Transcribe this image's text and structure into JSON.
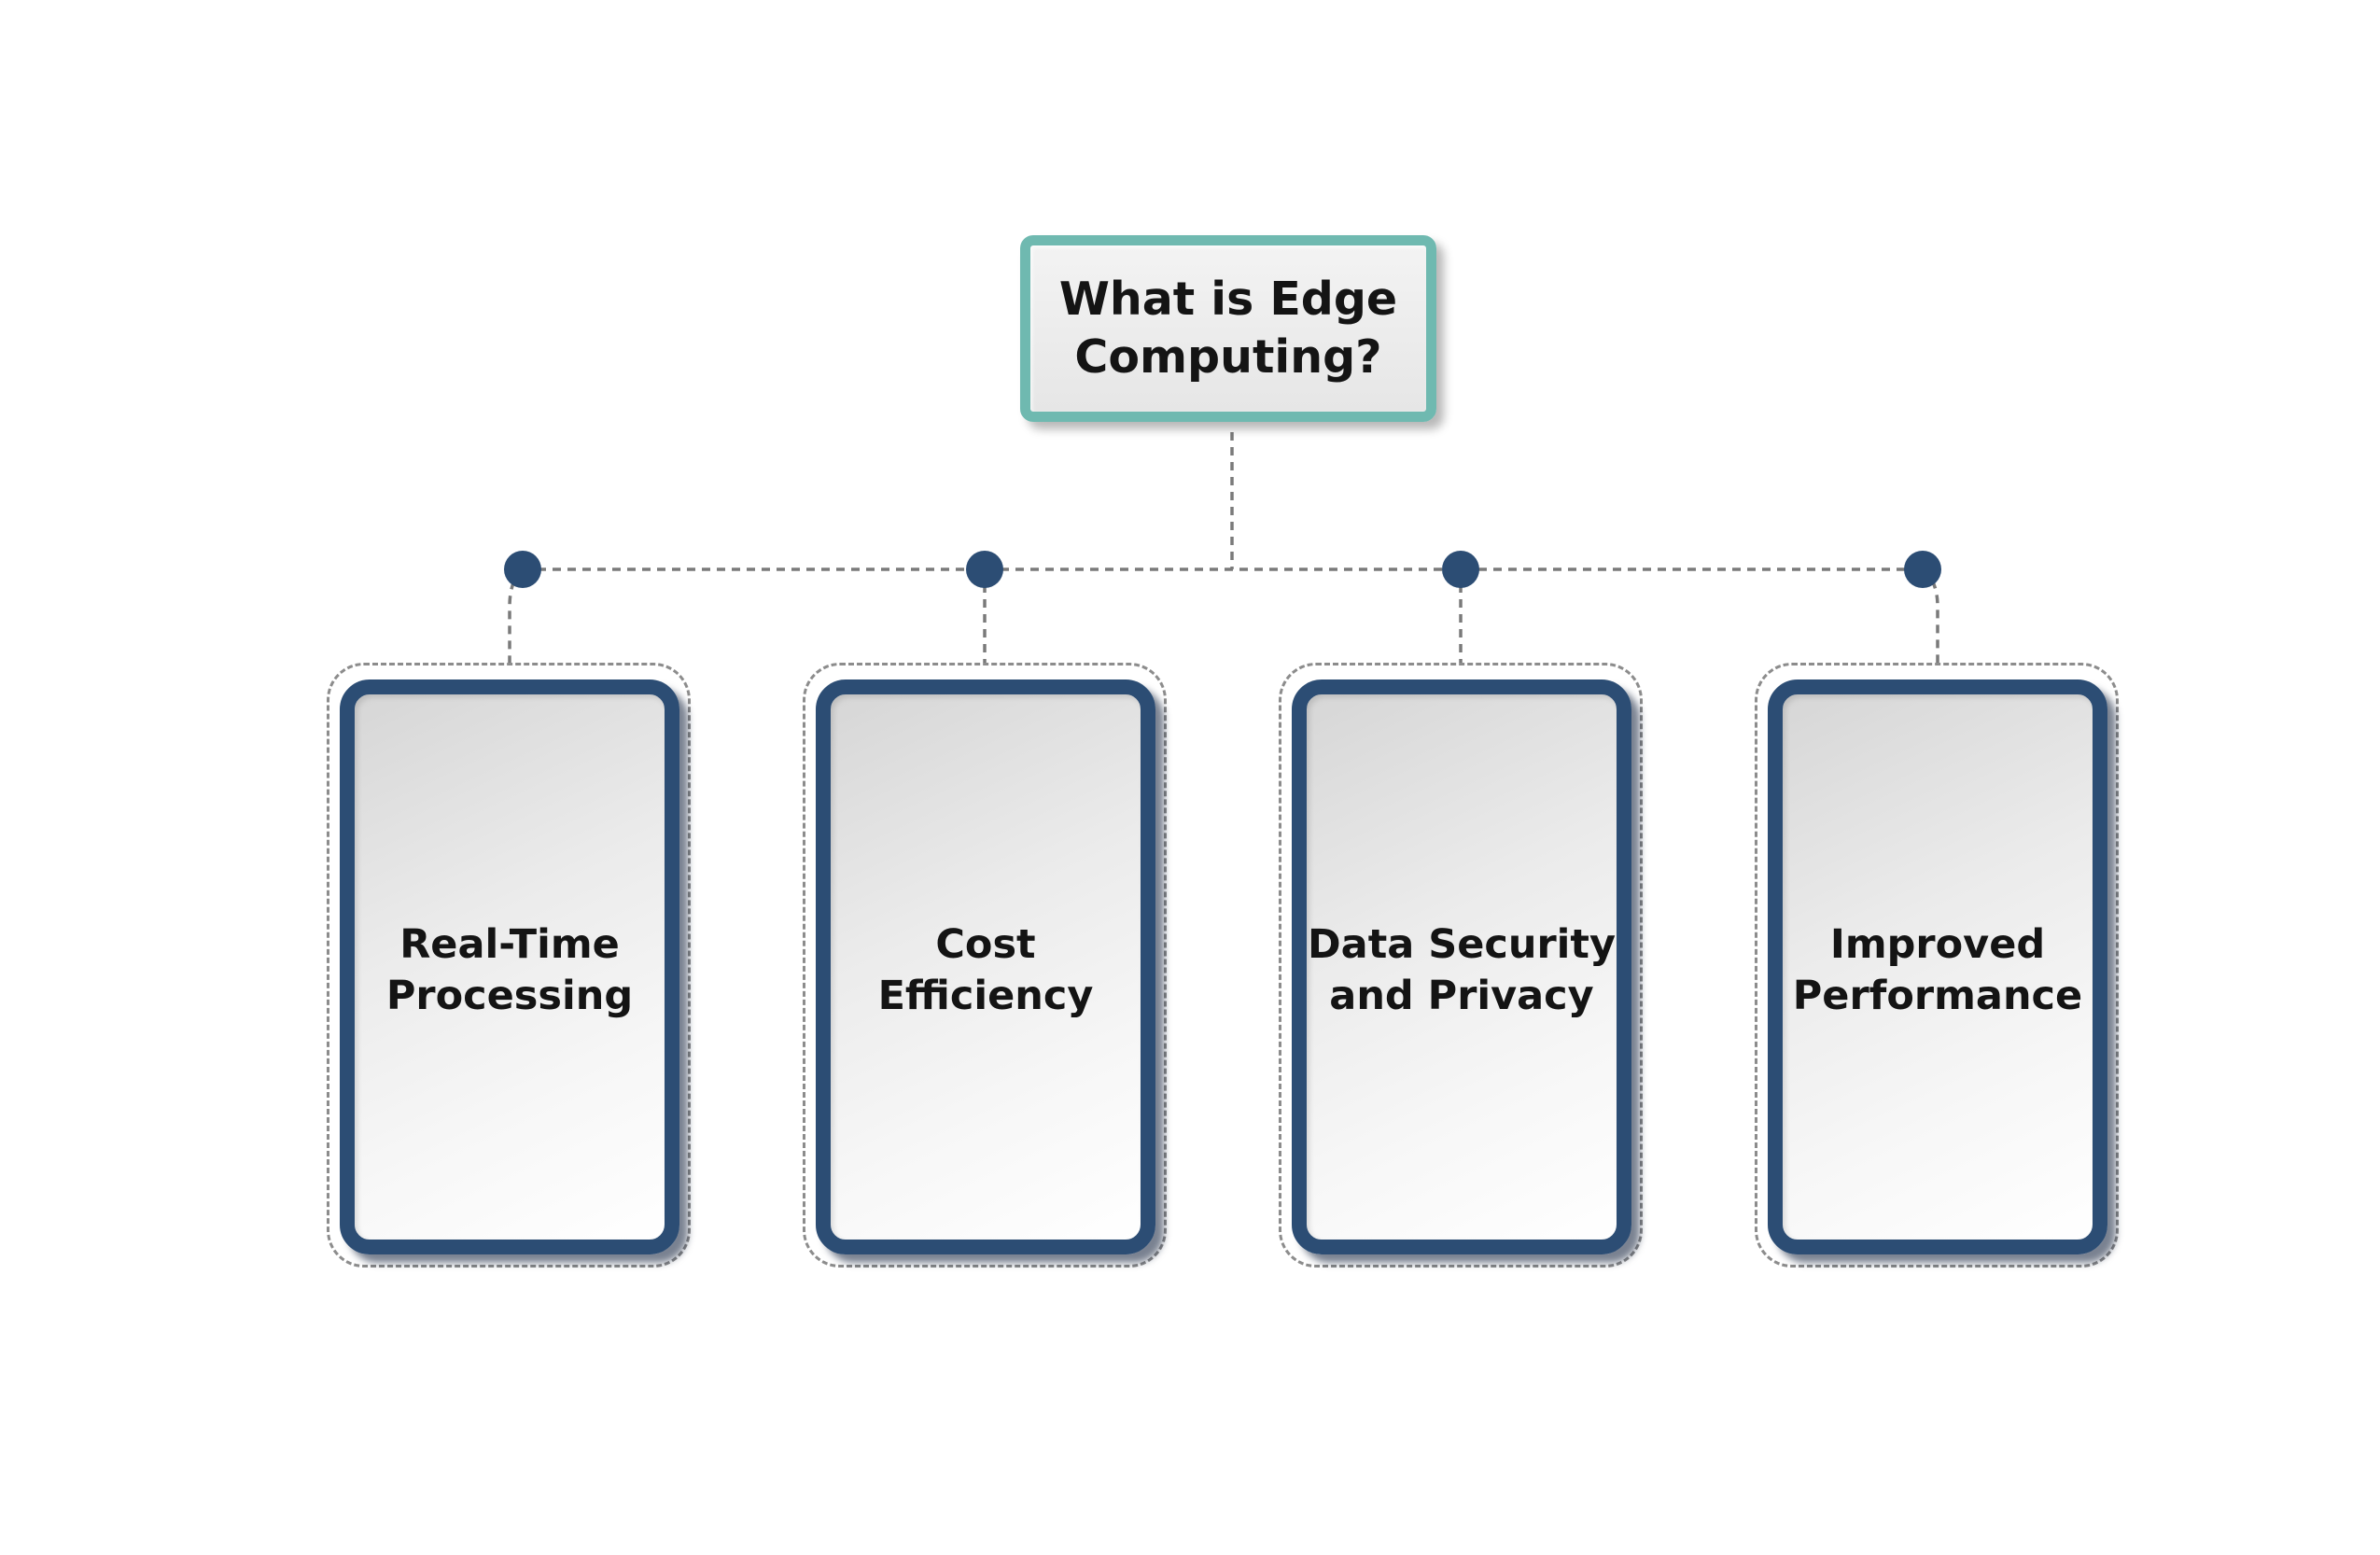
{
  "diagram": {
    "title": "What is Edge\nComputing?",
    "items": [
      {
        "label": "Real-Time\nProcessing"
      },
      {
        "label": "Cost\nEfficiency"
      },
      {
        "label": "Data Security\nand Privacy"
      },
      {
        "label": "Improved\nPerformance"
      }
    ]
  },
  "colors": {
    "title_border": "#6fb9b0",
    "card_border": "#2c4d74",
    "node_dot": "#2c4d74",
    "connector": "#7a7a7a"
  }
}
